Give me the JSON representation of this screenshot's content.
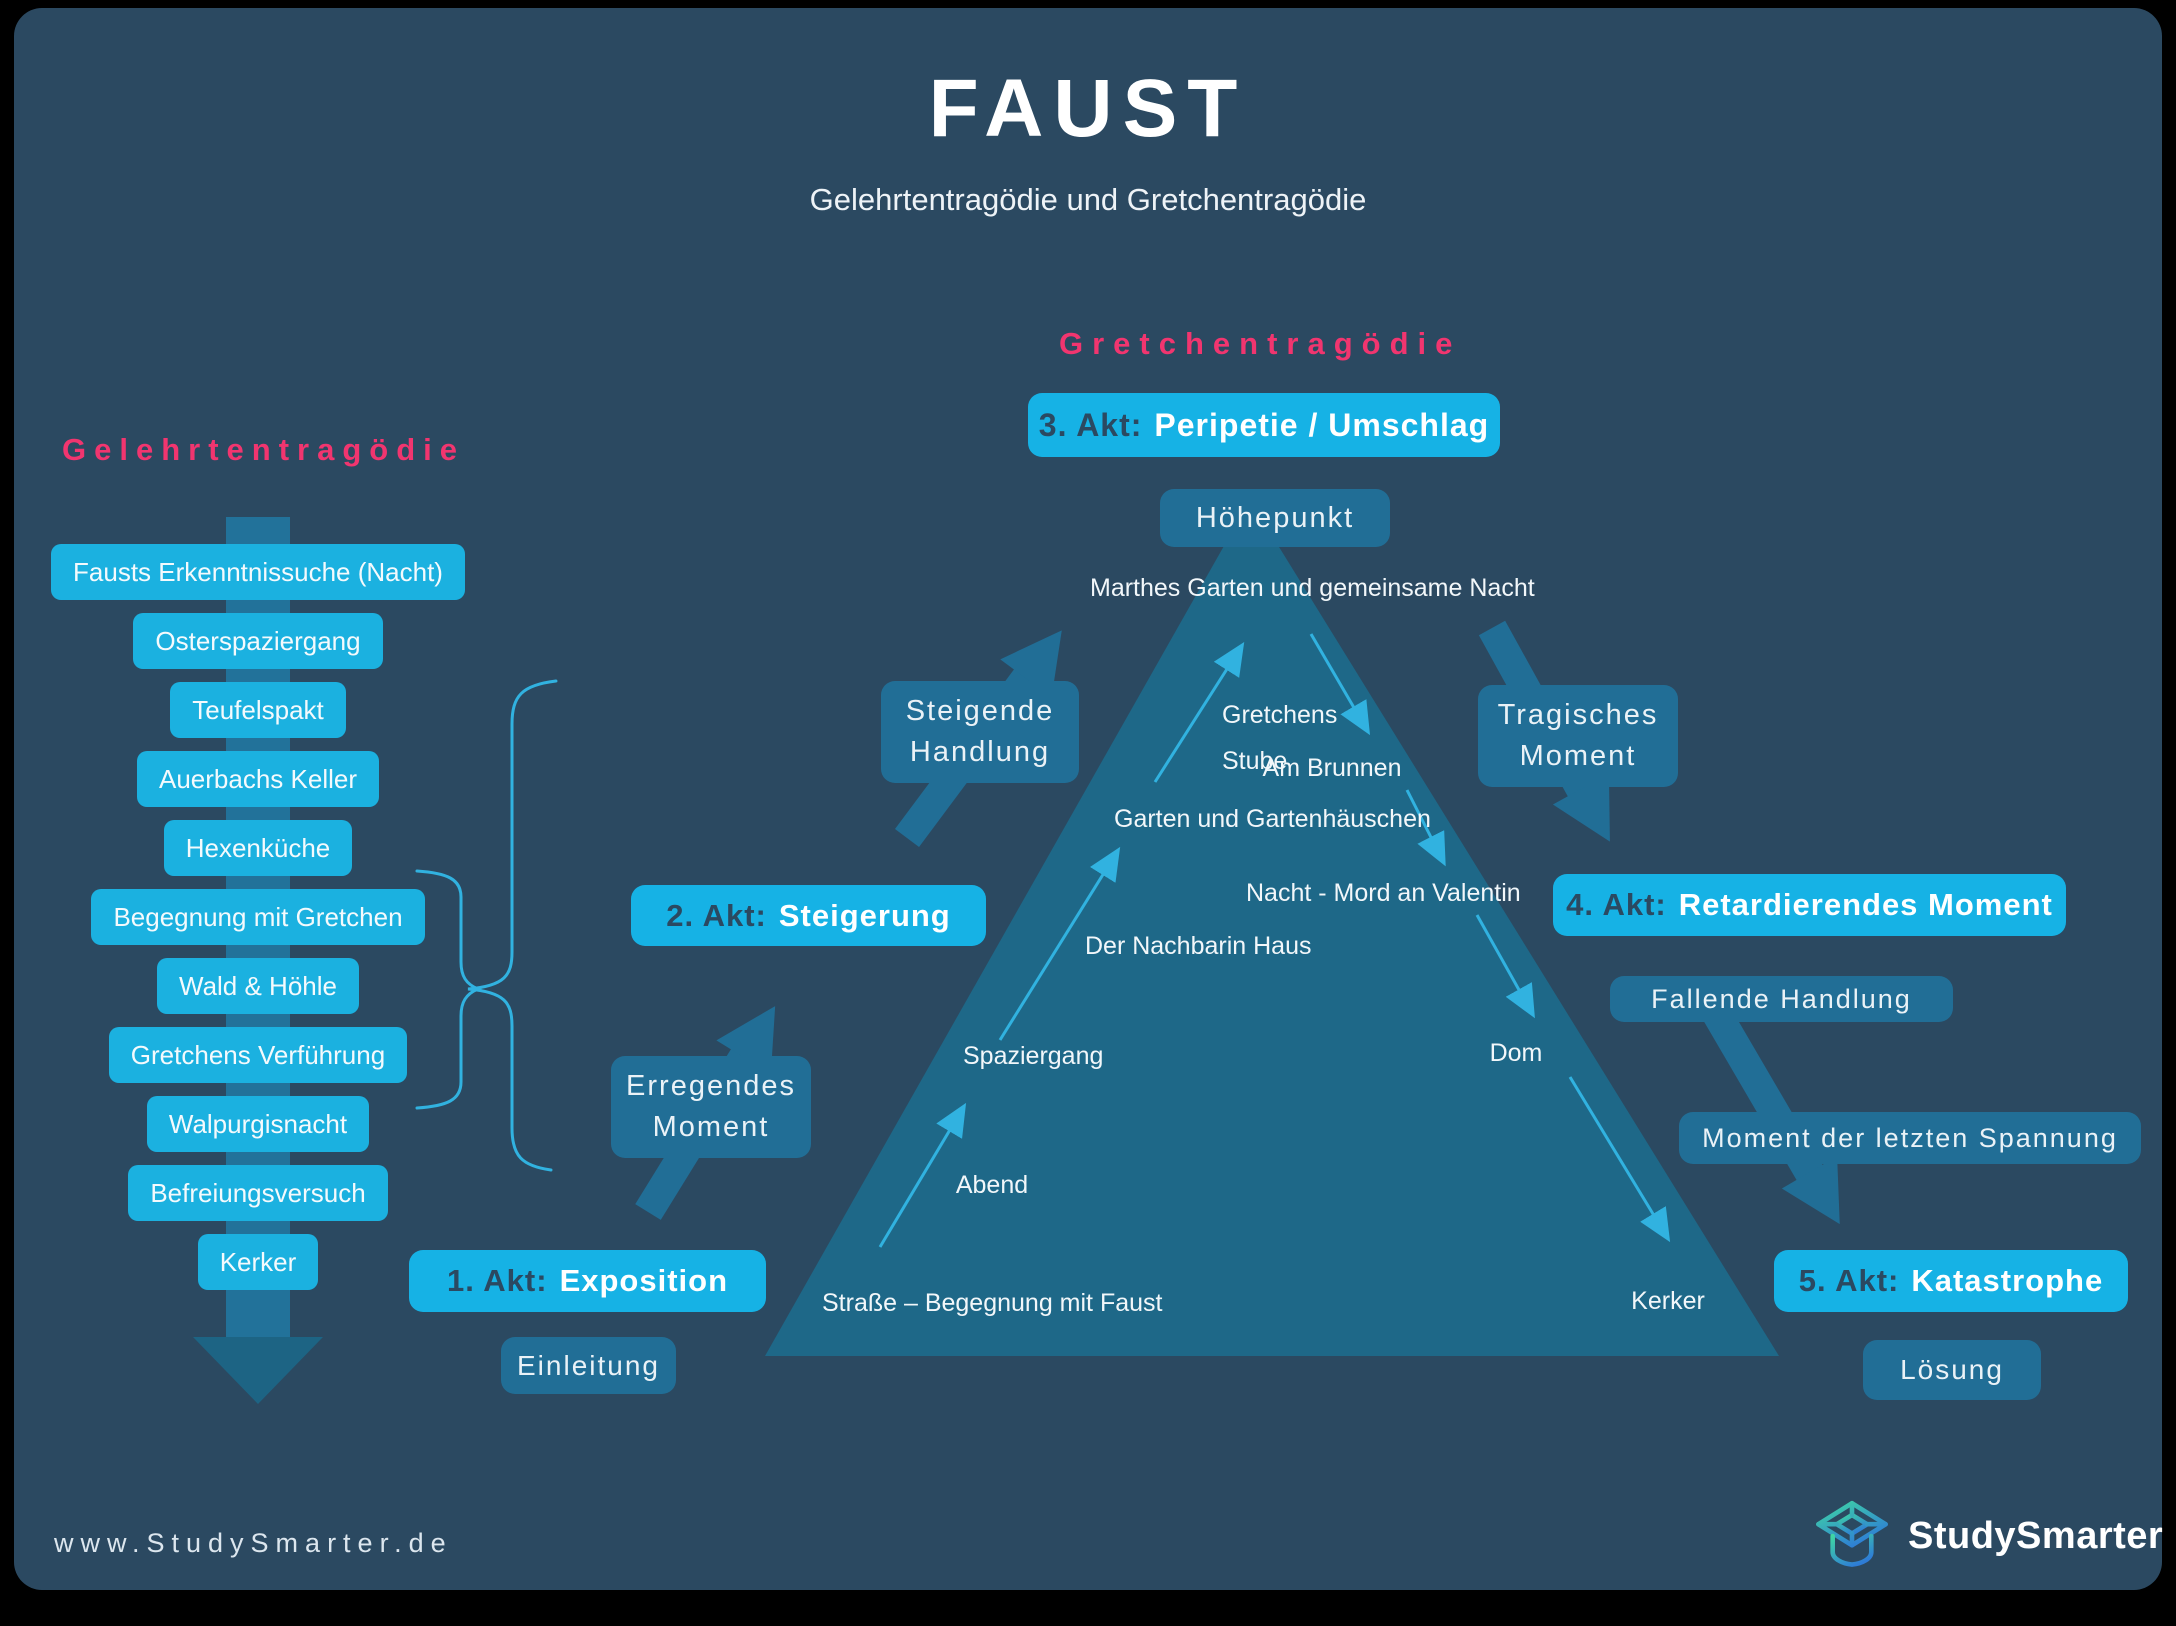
{
  "page": {
    "title": "FAUST",
    "subtitle": "Gelehrtentragödie und Gretchentragödie"
  },
  "left_column": {
    "header": "Gelehrtentragödie",
    "items": [
      "Fausts Erkenntnissuche (Nacht)",
      "Osterspaziergang",
      "Teufelspakt",
      "Auerbachs Keller",
      "Hexenküche",
      "Begegnung mit Gretchen",
      "Wald & Höhle",
      "Gretchens Verführung",
      "Walpurgisnacht",
      "Befreiungsversuch",
      "Kerker"
    ]
  },
  "gretchen_header": "Gretchentragödie",
  "acts": [
    {
      "prefix": "1. Akt:",
      "name": "Exposition"
    },
    {
      "prefix": "2. Akt:",
      "name": "Steigerung"
    },
    {
      "prefix": "3. Akt:",
      "name": "Peripetie / Umschlag"
    },
    {
      "prefix": "4. Akt:",
      "name": "Retardierendes Moment"
    },
    {
      "prefix": "5. Akt:",
      "name": "Katastrophe"
    }
  ],
  "stages": {
    "einleitung": "Einleitung",
    "erregendes_moment": "Erregendes Moment",
    "steigende_handlung": "Steigende Handlung",
    "hoehepunkt": "Höhepunkt",
    "tragisches_moment": "Tragisches Moment",
    "fallende_handlung": "Fallende Handlung",
    "letzte_spannung": "Moment der letzten Spannung",
    "loesung": "Lösung"
  },
  "triangle_labels": {
    "marthes": "Marthes Garten und gemeinsame Nacht",
    "gretchens_stube": "Gretchens Stube",
    "am_brunnen": "Am Brunnen",
    "garten": "Garten und Gartenhäuschen",
    "nacht_mord": "Nacht - Mord an Valentin",
    "nachbarin": "Der Nachbarin Haus",
    "spaziergang": "Spaziergang",
    "dom": "Dom",
    "abend": "Abend",
    "strasse": "Straße – Begegnung mit Faust",
    "kerker": "Kerker"
  },
  "footer": {
    "website": "www.StudySmarter.de",
    "brand": "StudySmarter"
  },
  "icons": {
    "logo": "studysmarter-cap-icon",
    "big_down_arrow": "timeline-arrow",
    "rising_arrows": "diagonal-up-arrow",
    "falling_arrows": "diagonal-down-arrow"
  },
  "colors": {
    "background": "#2b4961",
    "frame": "#000000",
    "accent_pink": "#f1356f",
    "bright_cyan": "#16b2e5",
    "list_cyan": "#1bb1e0",
    "muted_teal": "#216e96",
    "triangle_fill": "#1e6888",
    "thin_arrow_cyan": "#31b2e0",
    "big_arrow_shaft": "#22729a",
    "big_arrow_head": "#1d6484",
    "logo_gradient_top": "#3fd6a3",
    "logo_gradient_bottom": "#2e7cd6"
  }
}
